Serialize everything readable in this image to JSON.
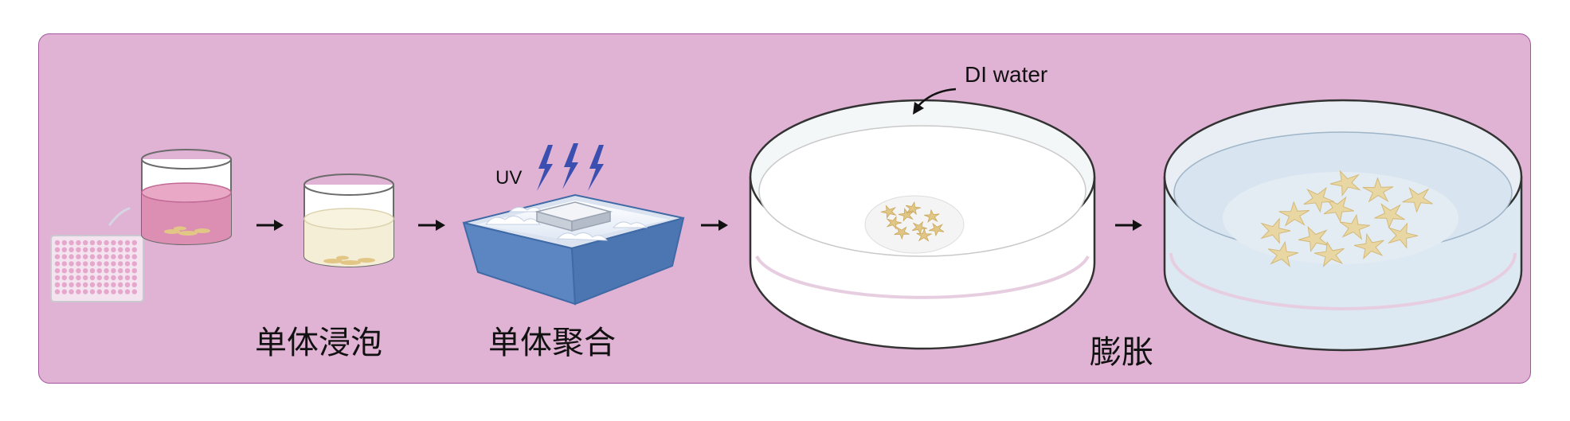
{
  "colors": {
    "panel_fill": "#e0b3d4",
    "panel_border": "#a457a0",
    "pink_liquid": "#dc8fb3",
    "cream_liquid": "#f4eed7",
    "tray_blue": "#5b86c2",
    "lightning": "#3a4fb0",
    "cells": "#e2c685",
    "dish_water": "#d8e4f0"
  },
  "steps": [
    {
      "label": "单体浸泡"
    },
    {
      "label": "单体聚合"
    },
    {
      "label": "膨胀"
    }
  ],
  "annotations": {
    "uv": "UV",
    "water": "DI water"
  },
  "icons": [
    "well-plate-icon",
    "pink-beaker-icon",
    "cream-beaker-icon",
    "ice-tray-icon",
    "lightning-icon",
    "petri-dish-icon",
    "expanded-dish-icon",
    "arrow-right-icon"
  ]
}
